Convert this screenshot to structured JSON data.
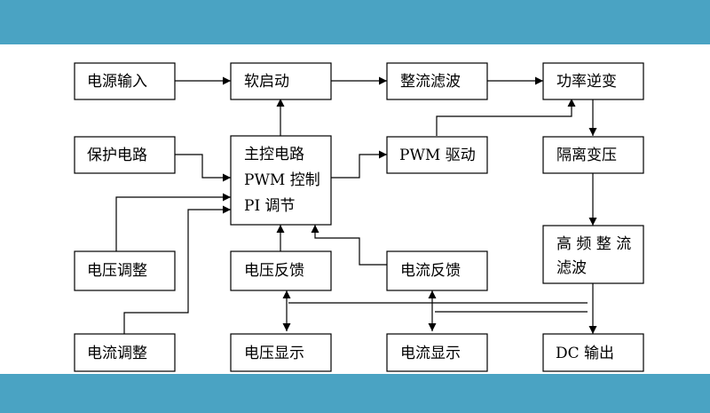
{
  "colors": {
    "band": "#4aa3c3",
    "line": "#000000",
    "box_fill": "#ffffff"
  },
  "blocks": {
    "power_input": "电源输入",
    "soft_start": "软启动",
    "rectifier_filter": "整流滤波",
    "power_inverter": "功率逆变",
    "protection": "保护电路",
    "main_control": [
      "主控电路",
      "PWM 控制",
      "PI 调节"
    ],
    "pwm_drive": "PWM 驱动",
    "isolation_transformer": "隔离变压",
    "hf_rectifier_filter": [
      "高 频 整 流",
      "滤波"
    ],
    "voltage_adjust": "电压调整",
    "voltage_feedback": "电压反馈",
    "current_feedback": "电流反馈",
    "current_adjust": "电流调整",
    "voltage_display": "电压显示",
    "current_display": "电流显示",
    "dc_output": "DC 输出"
  }
}
